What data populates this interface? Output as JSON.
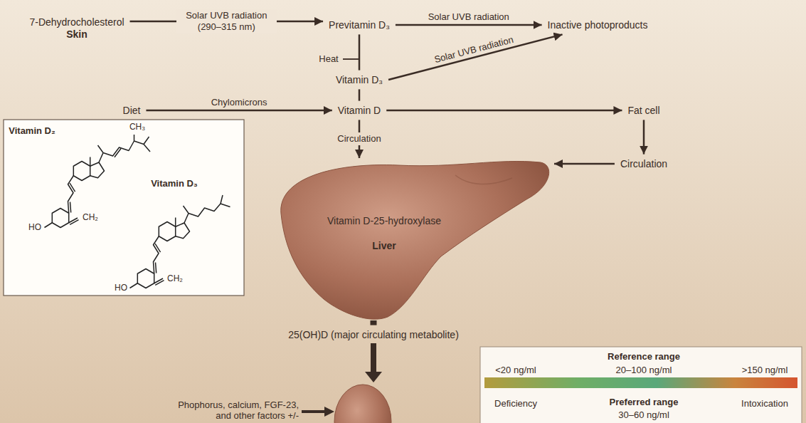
{
  "diagram": {
    "nodes": [
      {
        "text": [
          "7-Dehydrocholesterol",
          "Skin"
        ]
      },
      {
        "text": [
          "Previtamin D₃"
        ]
      },
      {
        "text": [
          "Inactive photoproducts"
        ]
      },
      {
        "text": [
          "Vitamin D₃"
        ]
      },
      {
        "text": [
          "Diet"
        ]
      },
      {
        "text": [
          "Vitamin D"
        ]
      },
      {
        "text": [
          "Fat cell"
        ]
      },
      {
        "text": [
          "Vitamin D₂",
          "CH₃",
          "CH₂",
          "HO",
          "Vitamin D₃",
          "CH₂",
          "HO"
        ]
      },
      {
        "text": [
          "Vitamin D-25-hydroxylase",
          "Liver"
        ]
      },
      {
        "text": [
          "Circulation"
        ]
      },
      {
        "text": [
          "25(OH)D (major circulating metabolite)"
        ]
      },
      {
        "text": [
          "Reference range",
          "<20 ng/ml",
          "20–100 ng/ml",
          ">150 ng/ml",
          "Deficiency",
          "Preferred range",
          "Intoxication",
          "30–60 ng/ml"
        ]
      }
    ],
    "edges": [
      {
        "from": 0,
        "to": 1,
        "arrow": "to",
        "label": "Solar UVB radiation (290–315 nm)"
      },
      {
        "from": 1,
        "to": 2,
        "arrow": "to",
        "label": "Solar UVB radiation"
      },
      {
        "from": 1,
        "to": 3,
        "arrow": "none",
        "label": "Heat"
      },
      {
        "from": 3,
        "to": 2,
        "arrow": "to",
        "label": "Solar UVB radiation"
      },
      {
        "from": 3,
        "to": 5,
        "arrow": "none"
      },
      {
        "from": 4,
        "to": 5,
        "arrow": "to",
        "label": "Chylomicrons"
      },
      {
        "from": 5,
        "to": 6,
        "arrow": "to"
      },
      {
        "from": 5,
        "to": 8,
        "arrow": "to",
        "label": "Circulation"
      },
      {
        "from": 6,
        "to": 9,
        "arrow": "to"
      },
      {
        "from": 9,
        "to": 8,
        "arrow": "to"
      },
      {
        "from": 8,
        "to": 10,
        "arrow": "none"
      }
    ],
    "labels": [
      "Phophorus, calcium, FGF-23, and other factors +/-"
    ]
  }
}
